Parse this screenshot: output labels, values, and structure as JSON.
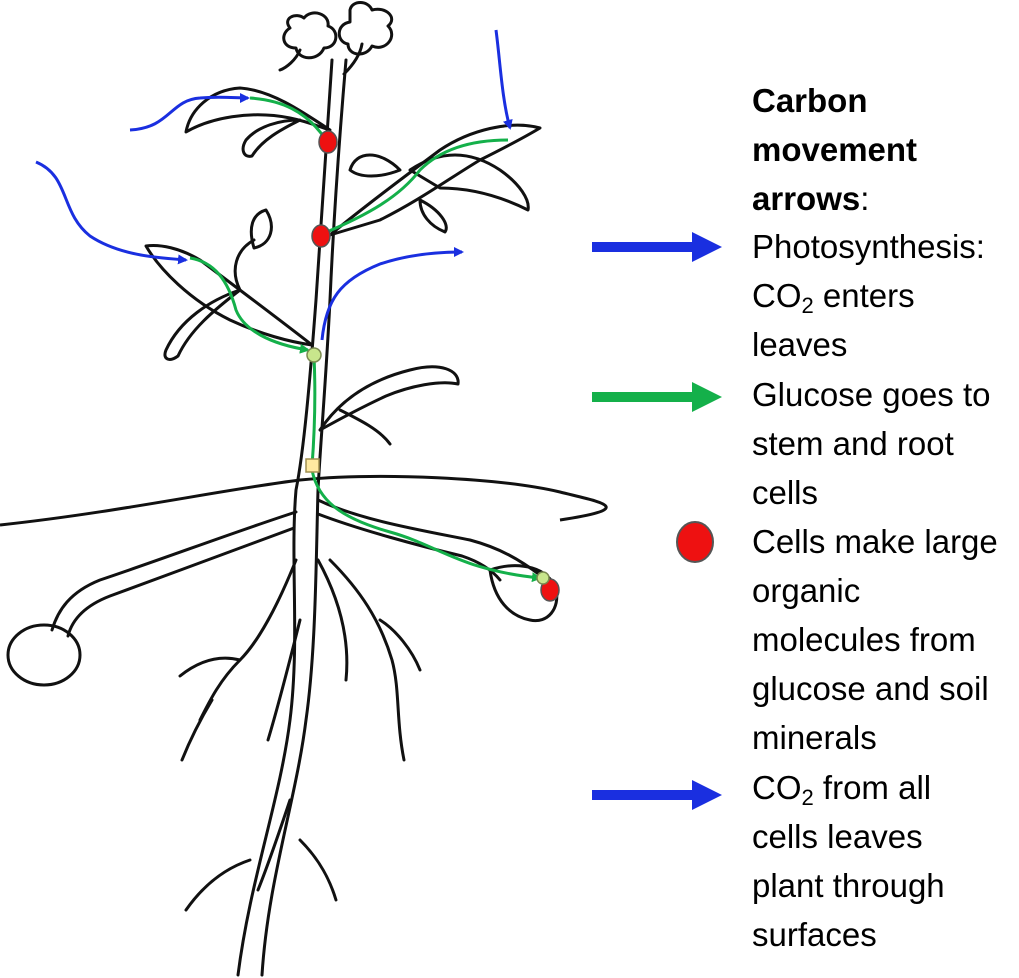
{
  "legend": {
    "title_lines": [
      "Carbon",
      "movement",
      "arrows"
    ],
    "title_colon": ":",
    "items": [
      {
        "key": "blue-arrow",
        "color": "#1a2fe0",
        "lines": [
          "Photosynthesis:",
          "CO",
          "2",
          " enters",
          "leaves"
        ]
      },
      {
        "key": "green-arrow",
        "color": "#14b04a",
        "lines": [
          "Glucose goes to",
          "stem and root",
          "cells"
        ]
      },
      {
        "key": "red-dot",
        "color": "#ee1111",
        "lines": [
          "Cells make large",
          "organic",
          "molecules from",
          "glucose and soil",
          "minerals"
        ]
      },
      {
        "key": "blue-arrow",
        "color": "#1a2fe0",
        "lines": [
          "CO",
          "2",
          " from all",
          "cells leaves",
          "plant through",
          "surfaces"
        ]
      }
    ]
  },
  "colors": {
    "photosynthesis_arrow": "#1a2fe0",
    "glucose_arrow": "#14b04a",
    "cell_dot": "#ee1111",
    "junction_dot": "#c8e68c",
    "junction_square": "#ffe9a0"
  }
}
